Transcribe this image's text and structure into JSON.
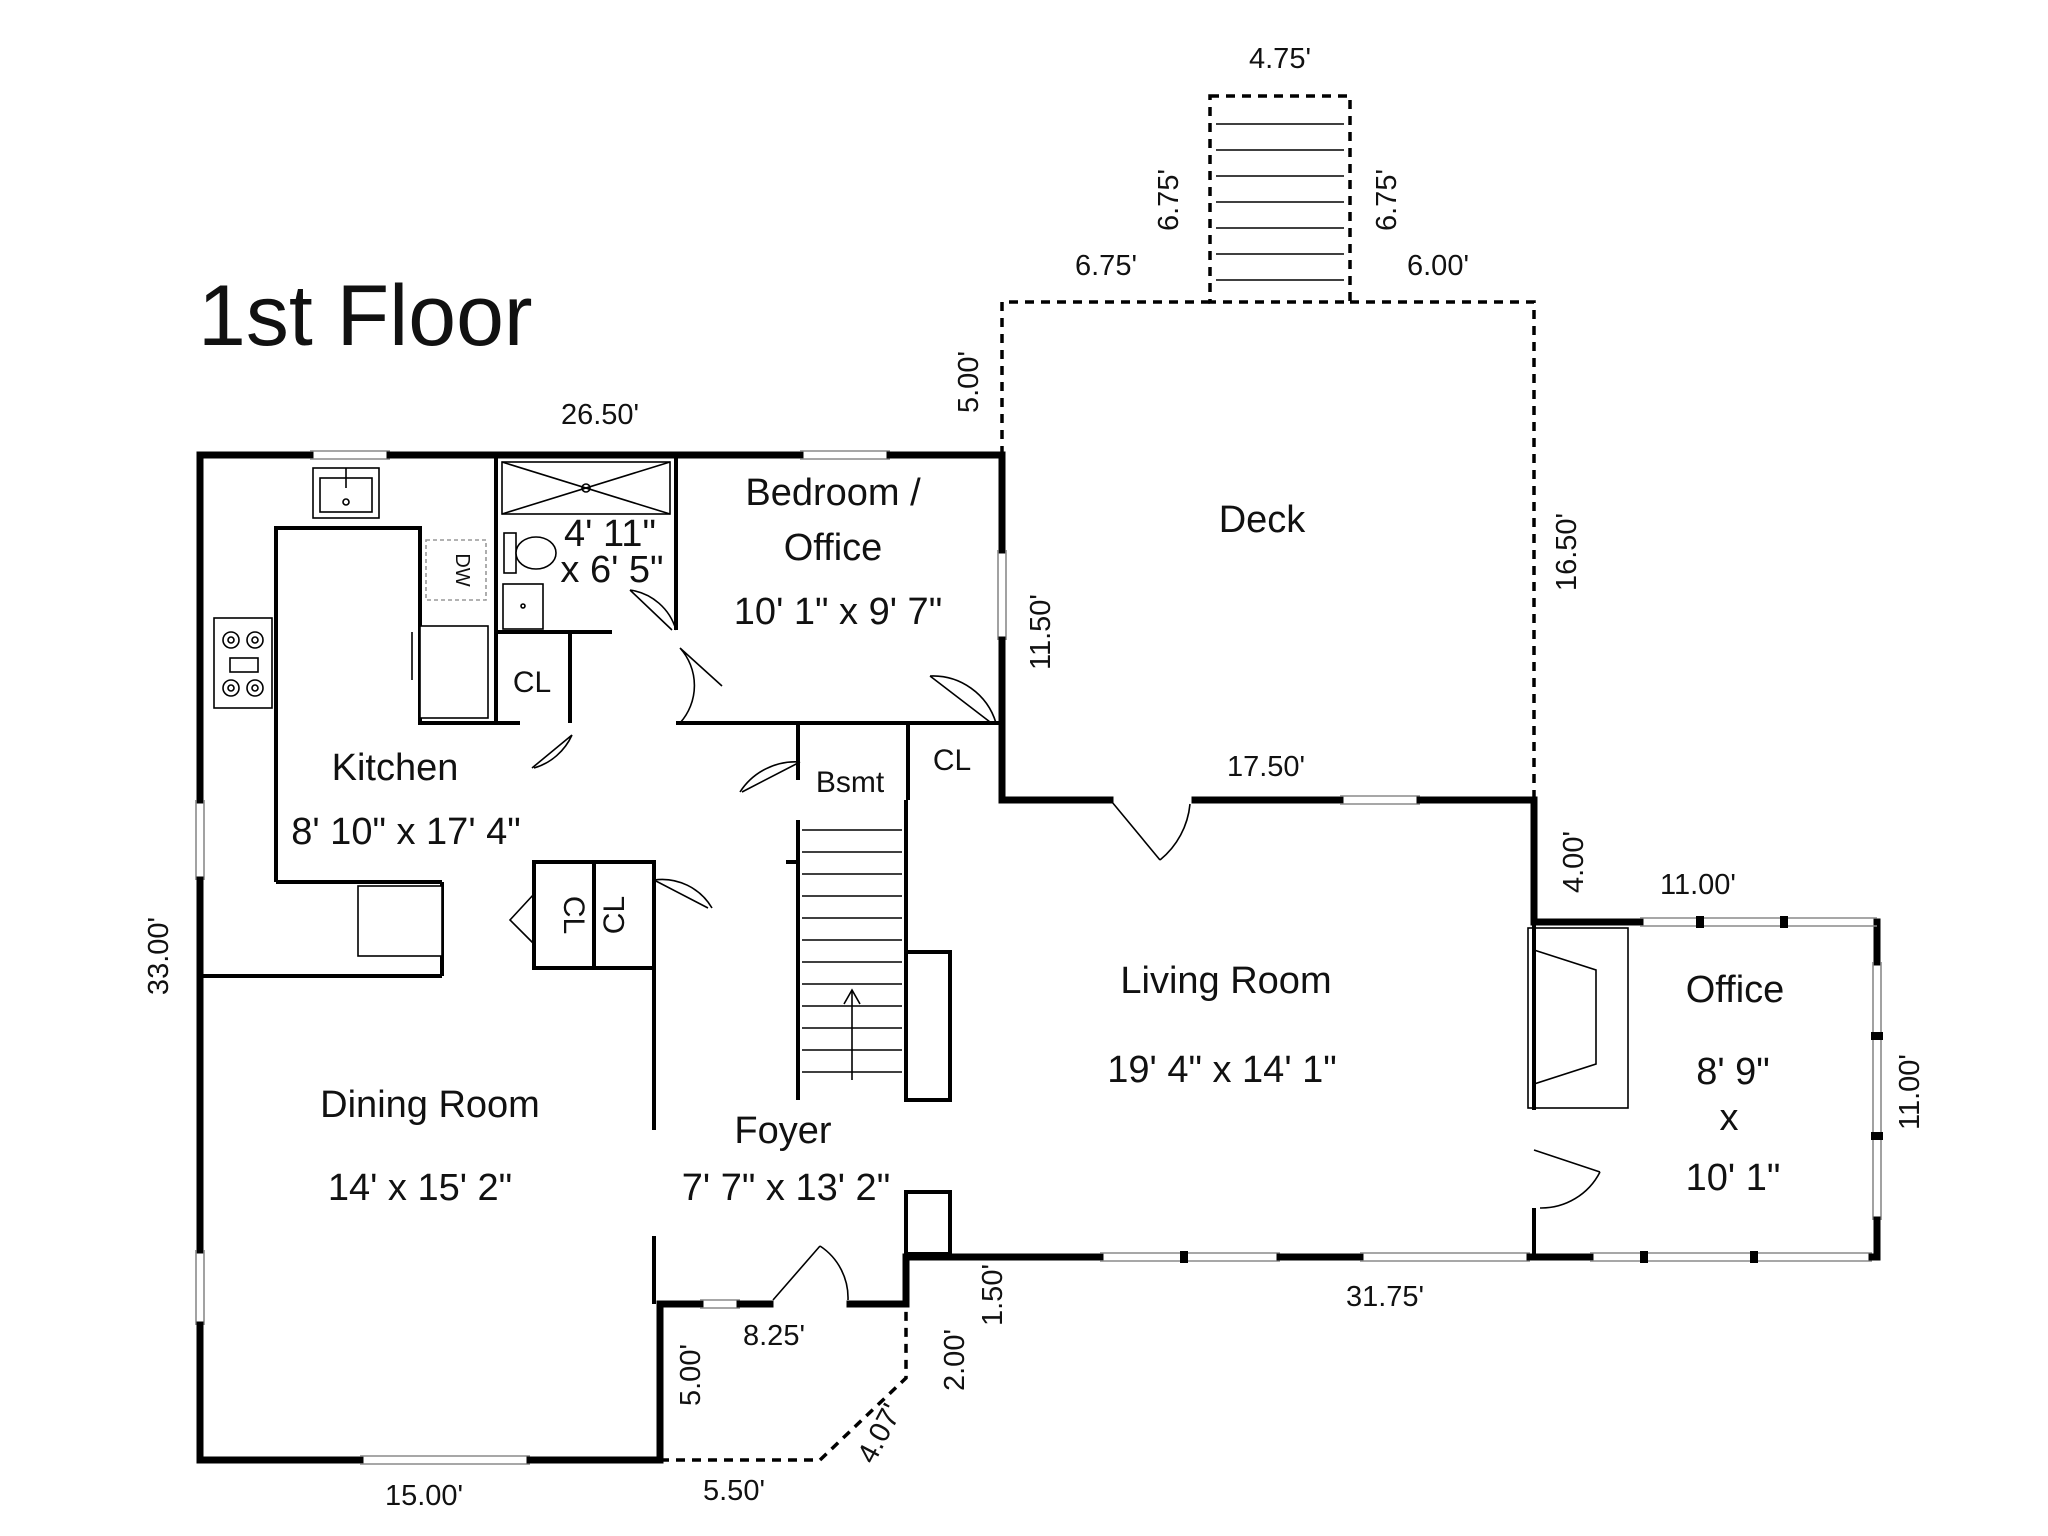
{
  "title": "1st Floor",
  "rooms": {
    "bedroom_line1": "Bedroom /",
    "bedroom_line2": "Office",
    "bedroom_size": "10' 1\" x 9' 7\"",
    "bath_line1": "4' 11\"",
    "bath_line2": "x 6' 5\"",
    "deck": "Deck",
    "kitchen": "Kitchen",
    "kitchen_size": "8' 10\" x 17' 4\"",
    "living": "Living Room",
    "living_size": "19' 4\" x 14' 1\"",
    "office": "Office",
    "office_size1": "8' 9\"",
    "office_size2": "x",
    "office_size3": "10' 1\"",
    "dining": "Dining Room",
    "dining_size": "14' x 15' 2\"",
    "foyer": "Foyer",
    "foyer_size": "7' 7\" x 13' 2\"",
    "bsmt": "Bsmt",
    "cl": "CL",
    "dw": "DW"
  },
  "dimensions": {
    "stair_top": "4.75'",
    "stair_left": "6.75'",
    "stair_right": "6.75'",
    "deck_top_left": "6.75'",
    "deck_top_right": "6.00'",
    "deck_left": "5.00'",
    "deck_right": "16.50'",
    "house_top": "26.50'",
    "bedroom_right": "11.50'",
    "deck_bottom": "17.50'",
    "office_step": "4.00'",
    "office_top": "11.00'",
    "office_right": "11.00'",
    "house_left": "33.00'",
    "house_bottom": "31.75'",
    "entry_step": "1.50'",
    "entry_top": "8.25'",
    "entry_left": "5.00'",
    "entry_right": "2.00'",
    "entry_diag": "4.07'",
    "entry_bottom": "5.50'",
    "dining_bottom": "15.00'"
  }
}
